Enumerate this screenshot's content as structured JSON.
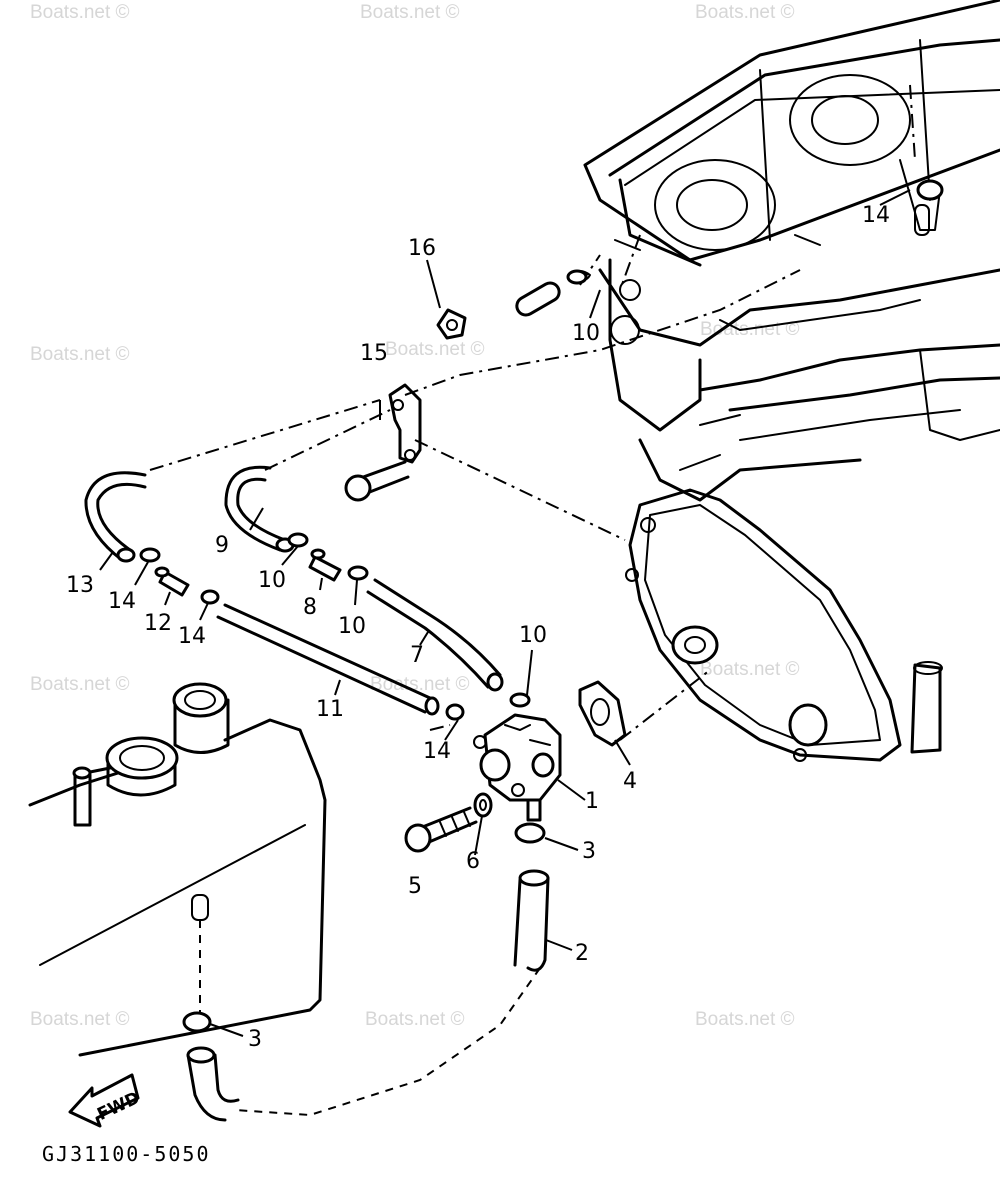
{
  "watermark": "Boats.net ©",
  "diagram_code": "GJ31100-5050",
  "fwd_label": "FWD",
  "callouts": {
    "p1": "1",
    "p2": "2",
    "p3a": "3",
    "p3b": "3",
    "p4": "4",
    "p5": "5",
    "p6": "6",
    "p7": "7",
    "p8": "8",
    "p9": "9",
    "p10a": "10",
    "p10b": "10",
    "p10c": "10",
    "p10d": "10",
    "p11": "11",
    "p12": "12",
    "p13": "13",
    "p14a": "14",
    "p14b": "14",
    "p14c": "14",
    "p14d": "14",
    "p15": "15",
    "p16": "16"
  }
}
